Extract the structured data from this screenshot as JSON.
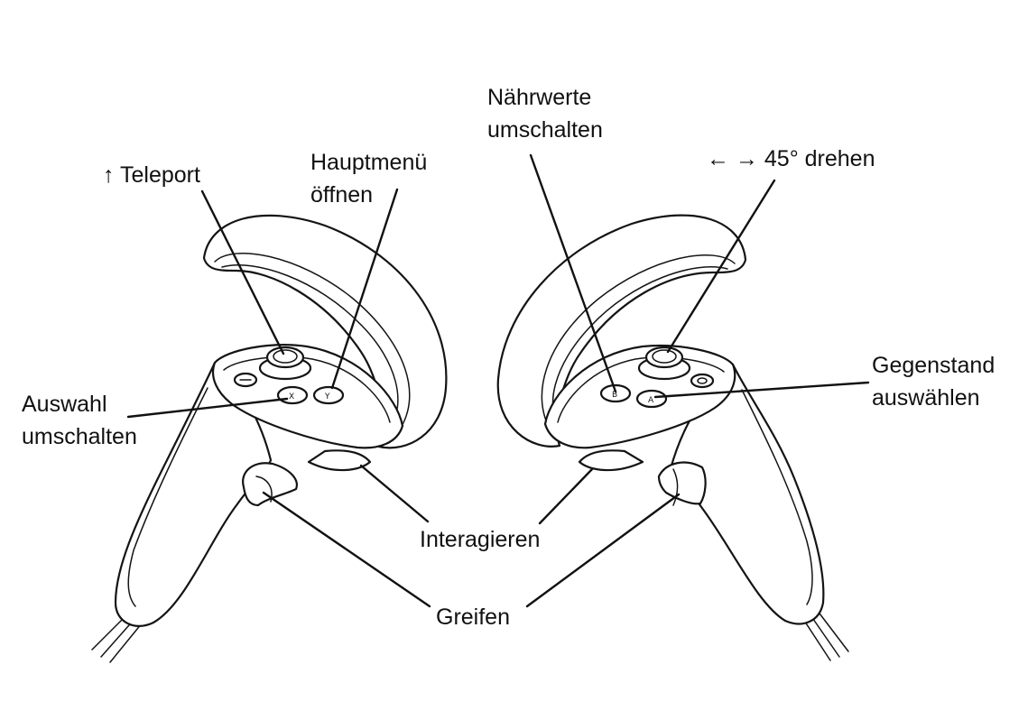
{
  "labels": {
    "teleport": "↑ Teleport",
    "main_menu": [
      "Hauptmenü",
      "öffnen"
    ],
    "nutrition": [
      "Nährwerte",
      "umschalten"
    ],
    "rotate": "← → 45° drehen",
    "select_toggle": [
      "Auswahl",
      "umschalten"
    ],
    "pick_object": [
      "Gegenstand",
      "auswählen"
    ],
    "interact": "Interagieren",
    "grab": "Greifen"
  },
  "buttons": {
    "left_x": "X",
    "left_y": "Y",
    "right_a": "A",
    "right_b": "B"
  },
  "colors": {
    "ink": "#141414",
    "background": "#ffffff"
  }
}
